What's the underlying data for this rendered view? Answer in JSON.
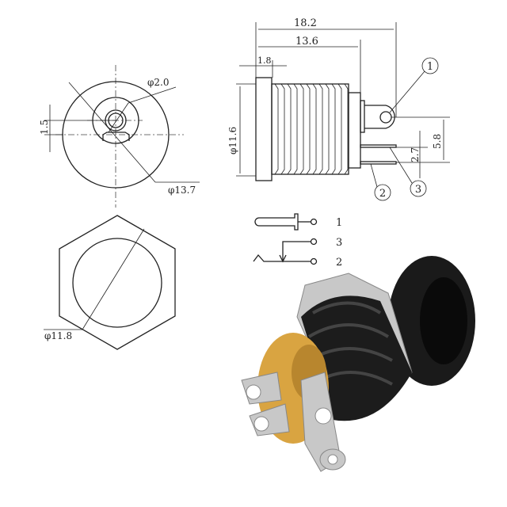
{
  "front_view": {
    "pin_diameter": "φ2.0",
    "offset": "1.5",
    "outer_diameter": "φ13.7"
  },
  "hex_view": {
    "thread_diameter": "φ11.8"
  },
  "side_view": {
    "overall_length": "18.2",
    "body_length": "13.6",
    "flange_thickness": "1.8",
    "body_diameter": "φ11.6",
    "pin_spacing_a": "2.7",
    "pin_spacing_b": "5.8",
    "callouts": [
      "1",
      "2",
      "3"
    ]
  },
  "pin_legend": [
    {
      "label": "1"
    },
    {
      "label": "3"
    },
    {
      "label": "2"
    }
  ],
  "colors": {
    "line": "#222222",
    "insulator": "#d9a441",
    "body": "#1a1a1a",
    "metal": "#c8c8c8"
  }
}
